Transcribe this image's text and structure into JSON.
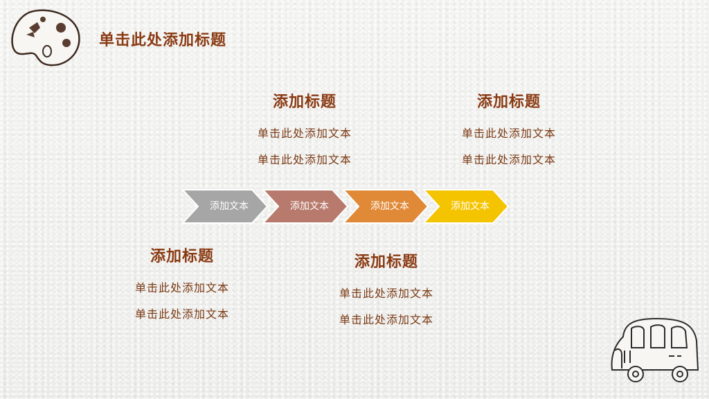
{
  "header": {
    "title": "单击此处添加标题"
  },
  "blocks": [
    {
      "title": "添加标题",
      "lines": [
        "单击此处添加文本",
        "单击此处添加文本"
      ]
    },
    {
      "title": "添加标题",
      "lines": [
        "单击此处添加文本",
        "单击此处添加文本"
      ]
    },
    {
      "title": "添加标题",
      "lines": [
        "单击此处添加文本",
        "单击此处添加文本"
      ]
    },
    {
      "title": "添加标题",
      "lines": [
        "单击此处添加文本",
        "单击此处添加文本"
      ]
    }
  ],
  "steps": [
    {
      "label": "添加文本",
      "color": "#a6a6a6"
    },
    {
      "label": "添加文本",
      "color": "#b87a6d"
    },
    {
      "label": "添加文本",
      "color": "#e08a38"
    },
    {
      "label": "添加文本",
      "color": "#f5c400"
    }
  ],
  "icons": {
    "top_left": "palette-icon",
    "bottom_right": "bus-icon"
  }
}
